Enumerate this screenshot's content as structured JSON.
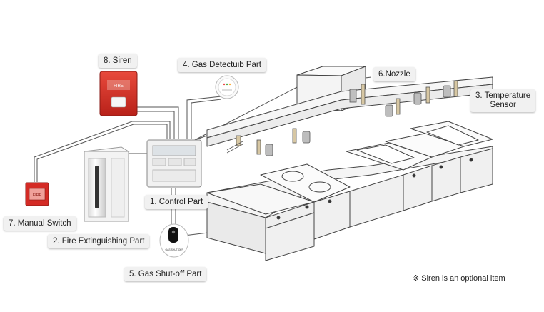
{
  "callouts": {
    "siren": "8. Siren",
    "gas_detection": "4. Gas Detectuib Part",
    "nozzle": "6.Nozzle",
    "temperature_line1": "3. Temperature",
    "temperature_line2": "Sensor",
    "control": "1. Control Part",
    "manual_switch": "7. Manual Switch",
    "fire_extinguishing": "2. Fire Extinguishing Part",
    "gas_shutoff": "5. Gas Shut-off Part"
  },
  "devices": {
    "siren_panel_text": "FIRE",
    "manual_switch_text": "FIRE",
    "shutoff_label": "GAS SHUT-OFF"
  },
  "footnote": "※ Siren is an optional item",
  "colors": {
    "siren_red": "#d8312b",
    "line": "#555555",
    "stainless": "#f2f2f2",
    "callout_bg": "#f1f1f1"
  }
}
